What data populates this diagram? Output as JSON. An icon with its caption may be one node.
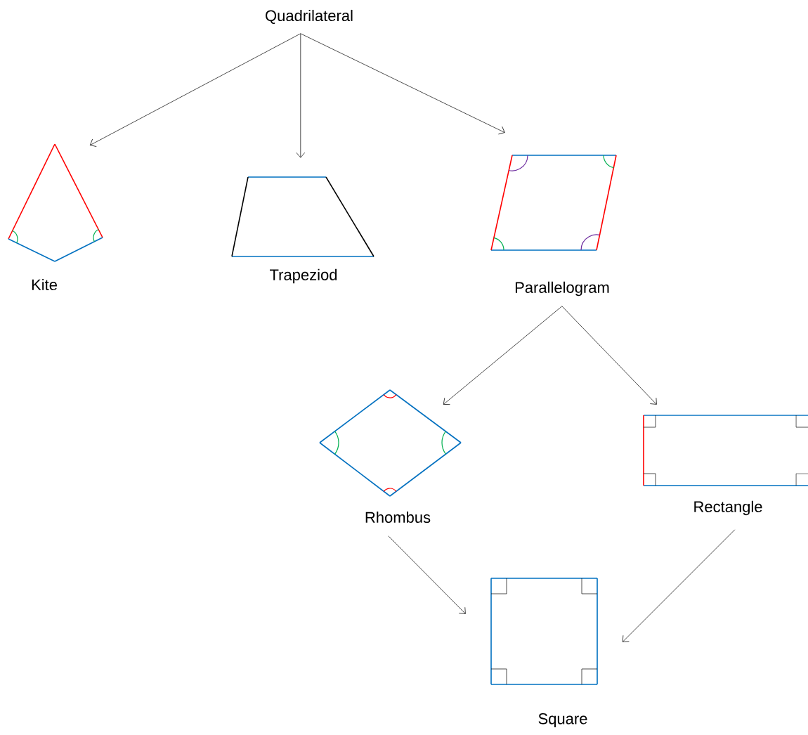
{
  "diagram": {
    "nodes": [
      {
        "text": [
          "Quadrilateral"
        ]
      },
      {
        "text": [
          "Kite"
        ]
      },
      {
        "text": [
          "Trapeziod"
        ]
      },
      {
        "text": [
          "Parallelogram"
        ]
      },
      {
        "text": [
          "Rhombus"
        ]
      },
      {
        "text": [
          "Rectangle"
        ]
      },
      {
        "text": [
          "Square"
        ]
      }
    ],
    "edges": [
      {
        "from": 0,
        "to": 1,
        "arrow": "to"
      },
      {
        "from": 0,
        "to": 2,
        "arrow": "to"
      },
      {
        "from": 0,
        "to": 3,
        "arrow": "to"
      },
      {
        "from": 3,
        "to": 4,
        "arrow": "to"
      },
      {
        "from": 3,
        "to": 5,
        "arrow": "to"
      },
      {
        "from": 4,
        "to": 6,
        "arrow": "to"
      },
      {
        "from": 5,
        "to": 6,
        "arrow": "to"
      }
    ]
  }
}
